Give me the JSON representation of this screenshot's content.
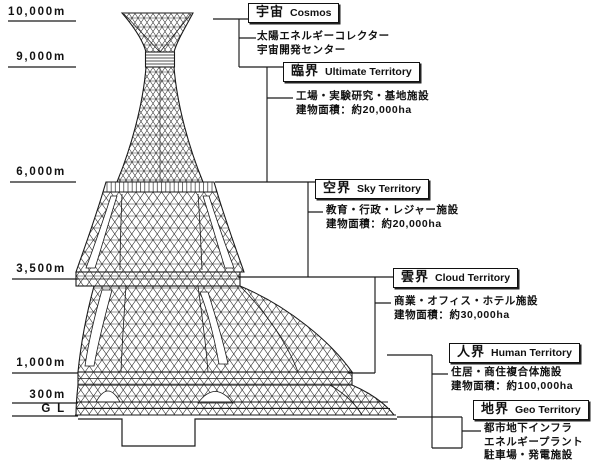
{
  "heights": [
    {
      "label": "10,000m"
    },
    {
      "label": "9,000m"
    },
    {
      "label": "6,000m"
    },
    {
      "label": "3,500m"
    },
    {
      "label": "1,000m"
    },
    {
      "label": "300m"
    },
    {
      "label": "G L"
    }
  ],
  "territories": [
    {
      "jp": "宇宙",
      "en": "Cosmos",
      "desc": [
        "太陽エネルギーコレクター",
        "宇宙開発センター"
      ]
    },
    {
      "jp": "臨界",
      "en": "Ultimate Territory",
      "desc": [
        "工場・実験研究・基地施設",
        "建物面積：約20,000ha"
      ]
    },
    {
      "jp": "空界",
      "en": "Sky Territory",
      "desc": [
        "教育・行政・レジャー施設",
        "建物面積：約20,000ha"
      ]
    },
    {
      "jp": "雲界",
      "en": "Cloud Territory",
      "desc": [
        "商業・オフィス・ホテル施設",
        "建物面積：約30,000ha"
      ]
    },
    {
      "jp": "人界",
      "en": "Human Territory",
      "desc": [
        "住居・商住複合体施設",
        "建物面積：約100,000ha"
      ]
    },
    {
      "jp": "地界",
      "en": "Geo Territory",
      "desc": [
        "都市地下インフラ",
        "エネルギープラント",
        "駐車場・発電施設"
      ]
    }
  ],
  "colors": {
    "line": "#1a1a1a",
    "background": "#ffffff"
  }
}
